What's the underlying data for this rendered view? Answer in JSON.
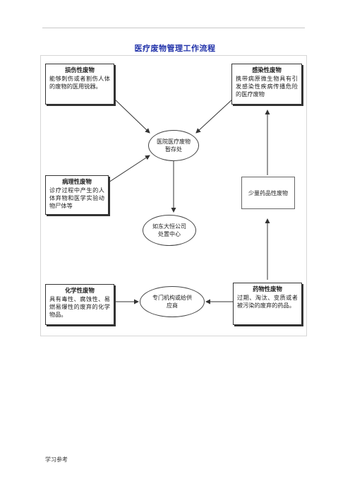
{
  "title": "医疗废物管理工作流程",
  "boxes": {
    "damage": {
      "title": "损伤性废物",
      "body": "能够刺伤或者割伤人体的废物的医用锐器。"
    },
    "infectious": {
      "title": "感染性废物",
      "body": "携带病原微生物具有引发感染性疾病传播危险的医疗废物"
    },
    "pathological": {
      "title": "病理性废物",
      "body": "诊疗过程中产生的人体弃物和医学实验动物尸体等"
    },
    "chemical": {
      "title": "化学性废物",
      "body": "具有毒性、腐蚀性、易燃易爆性的废弃的化学物品。"
    },
    "pharma": {
      "title": "药物性废物",
      "body": "过期、淘汰、变质或者被污染的废弃的药品。"
    }
  },
  "small_pharma": "少量药品性废物",
  "nodes": {
    "storage": "医院医疗废物暂存处",
    "company": "如东大恒公司处置中心",
    "agency": "专门机构或给供应商"
  },
  "footer": "学习参考"
}
